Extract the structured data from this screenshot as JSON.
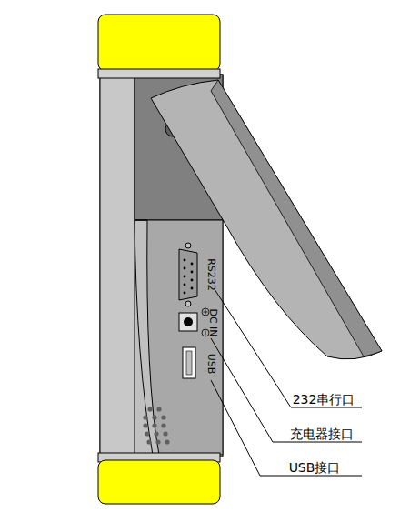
{
  "diagram": {
    "labels": [
      "RS232",
      "DC IN",
      "USB",
      "232串行口",
      "充电器接口",
      "USB接口"
    ]
  }
}
